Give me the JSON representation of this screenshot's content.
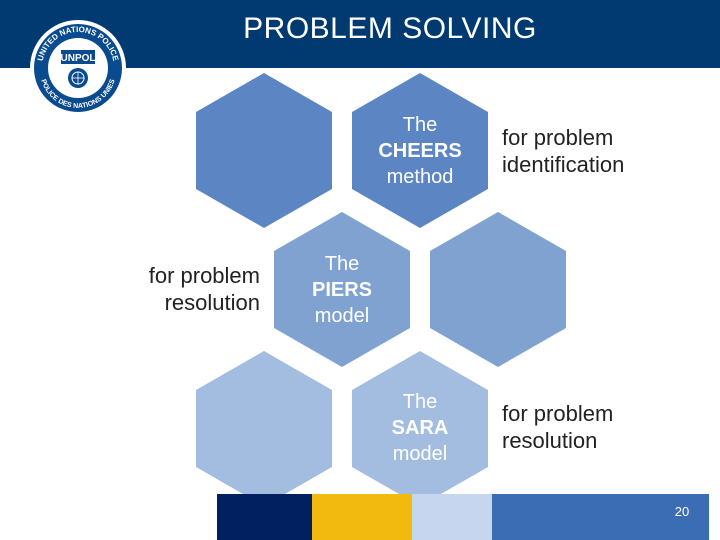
{
  "header": {
    "title": "PROBLEM SOLVING",
    "logo": {
      "icon": "unpol-emblem-icon",
      "text_center": "UNPOL",
      "ring_top": "UNITED NATIONS POLICE",
      "ring_bottom": "POLICE DES NATIONS UNIES"
    }
  },
  "colors": {
    "header_bg": "#003a70",
    "hex_dark": "#5b86c3",
    "hex_mid": "#7fa2d1",
    "hex_light": "#a3bde0",
    "footer_navy": "#002060",
    "footer_gold": "#f2b90f",
    "footer_light": "#c5d6ee",
    "footer_blue": "#3b6db4"
  },
  "hexagons": [
    {
      "id": "cheers",
      "prefix": "The",
      "name": "CHEERS",
      "suffix": "method"
    },
    {
      "id": "piers",
      "prefix": "The",
      "name": "PIERS",
      "suffix": "model"
    },
    {
      "id": "sara",
      "prefix": "The",
      "name": "SARA",
      "suffix": "model"
    }
  ],
  "labels": {
    "cheers_purpose": "for problem identification",
    "piers_purpose": "for problem resolution",
    "sara_purpose": "for problem resolution"
  },
  "footer": {
    "page_number": "20"
  }
}
